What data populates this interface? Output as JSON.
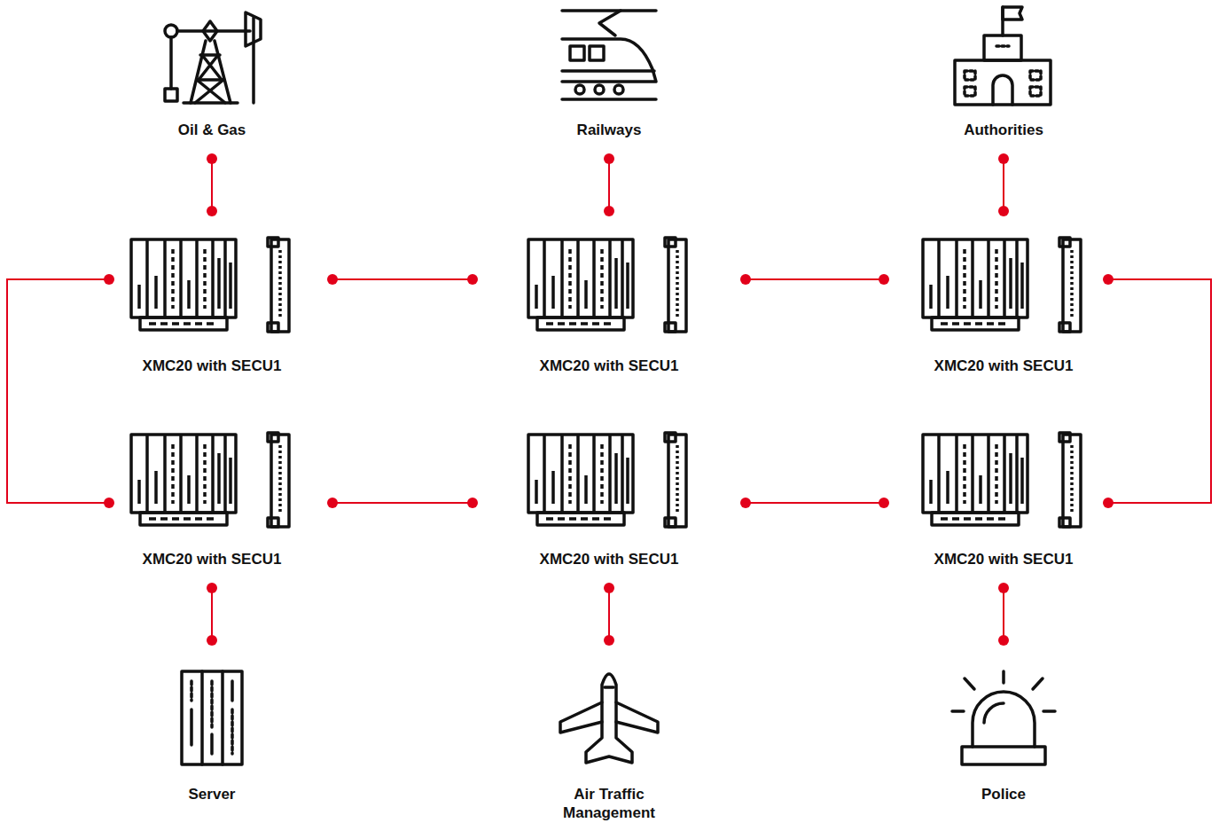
{
  "diagram": {
    "nodes": [
      {
        "text": [
          "Oil & Gas"
        ]
      },
      {
        "text": [
          "Railways"
        ]
      },
      {
        "text": [
          "Authorities"
        ]
      },
      {
        "text": [
          "XMC20 with SECU1"
        ]
      },
      {
        "text": [
          "XMC20 with SECU1"
        ]
      },
      {
        "text": [
          "XMC20 with SECU1"
        ]
      },
      {
        "text": [
          "XMC20 with SECU1"
        ]
      },
      {
        "text": [
          "XMC20 with SECU1"
        ]
      },
      {
        "text": [
          "XMC20 with SECU1"
        ]
      },
      {
        "text": [
          "Server"
        ]
      },
      {
        "text": [
          "Air Traffic Management"
        ]
      },
      {
        "text": [
          "Police"
        ]
      }
    ],
    "edges": [
      {
        "from": 0,
        "to": 3,
        "arrow": "none"
      },
      {
        "from": 1,
        "to": 4,
        "arrow": "none"
      },
      {
        "from": 2,
        "to": 5,
        "arrow": "none"
      },
      {
        "from": 3,
        "to": 4,
        "arrow": "none"
      },
      {
        "from": 4,
        "to": 5,
        "arrow": "none"
      },
      {
        "from": 3,
        "to": 6,
        "arrow": "none"
      },
      {
        "from": 5,
        "to": 8,
        "arrow": "none"
      },
      {
        "from": 6,
        "to": 7,
        "arrow": "none"
      },
      {
        "from": 7,
        "to": 8,
        "arrow": "none"
      },
      {
        "from": 6,
        "to": 9,
        "arrow": "none"
      },
      {
        "from": 7,
        "to": 10,
        "arrow": "none"
      },
      {
        "from": 8,
        "to": 11,
        "arrow": "none"
      }
    ]
  }
}
